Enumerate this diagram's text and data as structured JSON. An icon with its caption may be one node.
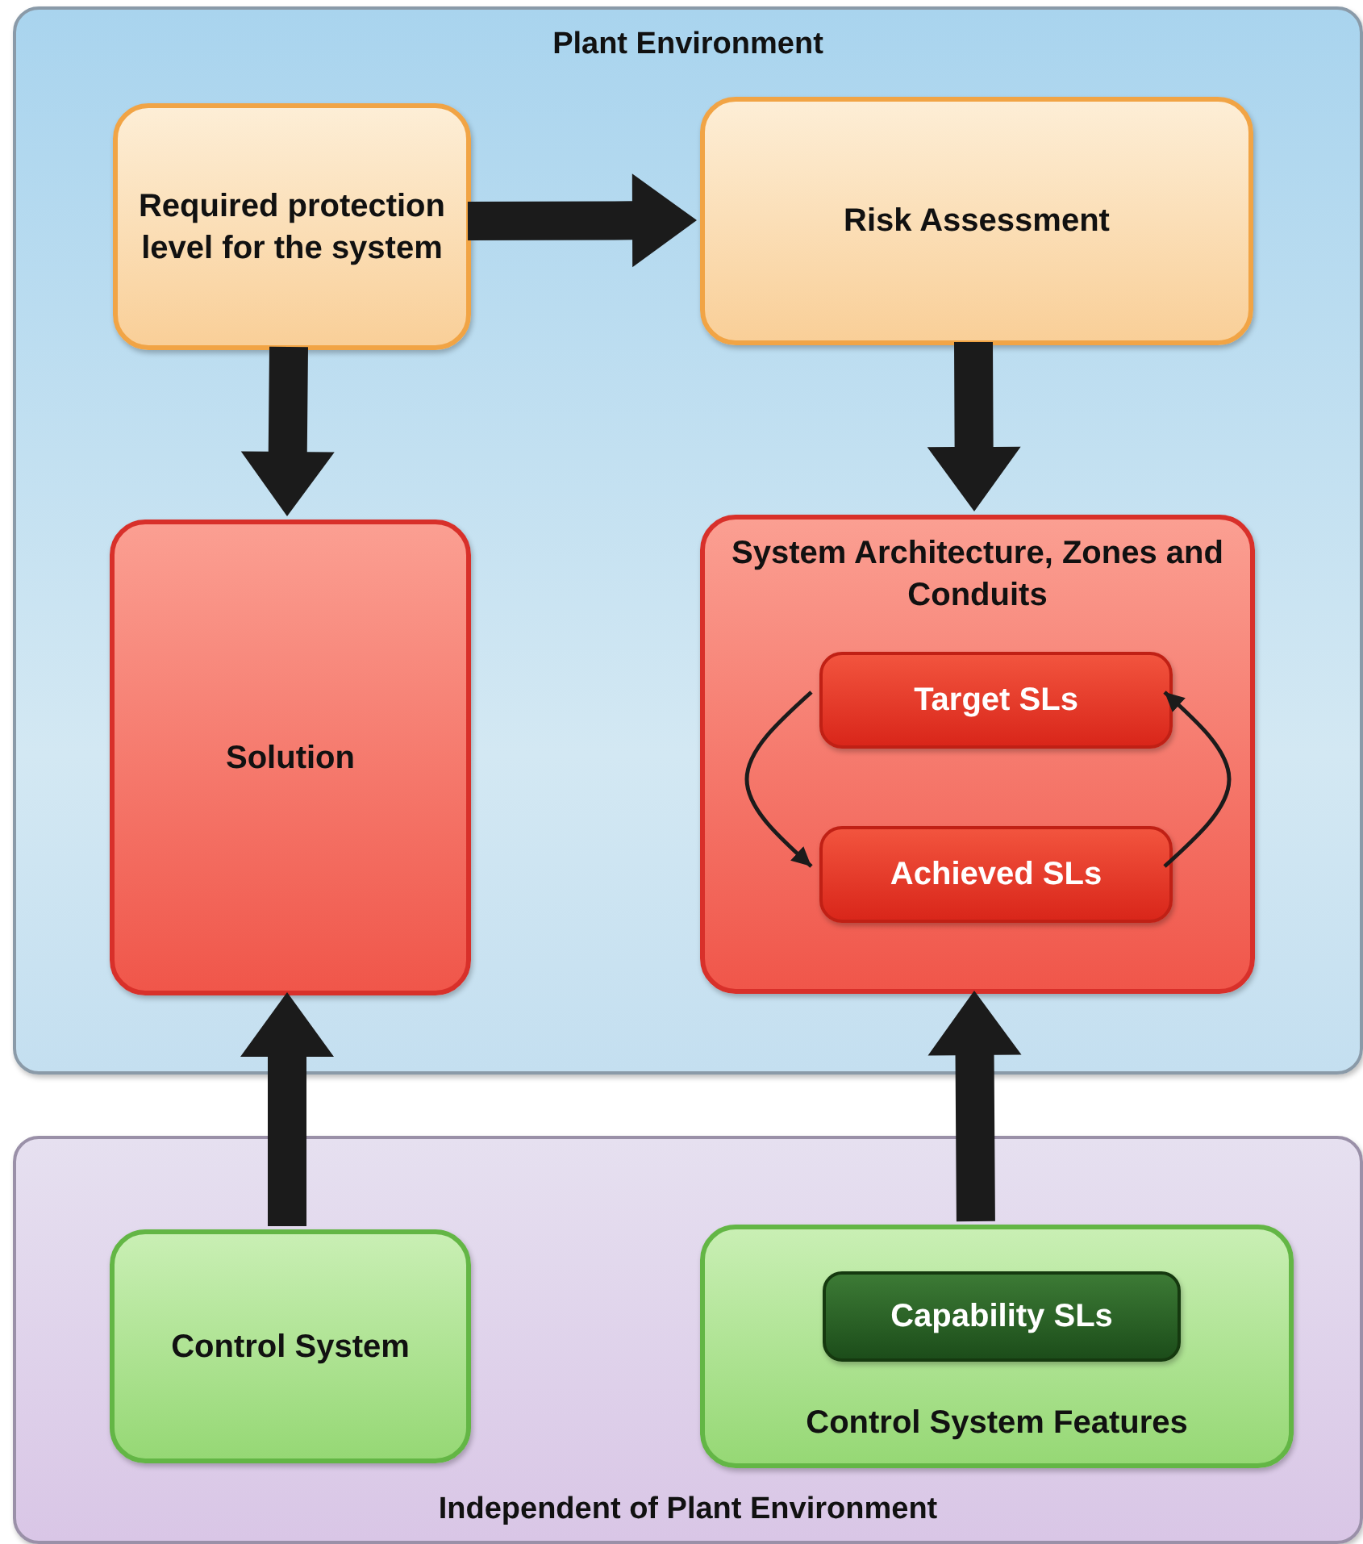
{
  "diagram": {
    "nodes": [
      {
        "text": [
          "Plant Environment"
        ]
      },
      {
        "text": [
          "Required protection level for the system"
        ],
        "in": 0
      },
      {
        "text": [
          "Risk Assessment"
        ],
        "in": 0
      },
      {
        "text": [
          "Solution"
        ],
        "in": 0
      },
      {
        "text": [
          "System Architecture, Zones and Conduits"
        ],
        "in": 0
      },
      {
        "text": [
          "Target SLs"
        ],
        "in": 4
      },
      {
        "text": [
          "Achieved SLs"
        ],
        "in": 4
      },
      {
        "text": [
          "Independent of Plant Environment"
        ]
      },
      {
        "text": [
          "Control System"
        ],
        "in": 7
      },
      {
        "text": [
          "Control System Features"
        ],
        "in": 7
      },
      {
        "text": [
          "Capability SLs"
        ],
        "in": 9
      }
    ],
    "edges": [
      {
        "from": 1,
        "to": 2,
        "arrow": "to",
        "style": "thick"
      },
      {
        "from": 1,
        "to": 3,
        "arrow": "to",
        "style": "thick"
      },
      {
        "from": 2,
        "to": 4,
        "arrow": "to",
        "style": "thick"
      },
      {
        "from": 8,
        "to": 3,
        "arrow": "to",
        "style": "thick"
      },
      {
        "from": 9,
        "to": 4,
        "arrow": "to",
        "style": "thick"
      },
      {
        "from": 5,
        "to": 6,
        "arrow": "to"
      },
      {
        "from": 6,
        "to": 5,
        "arrow": "to"
      }
    ]
  }
}
